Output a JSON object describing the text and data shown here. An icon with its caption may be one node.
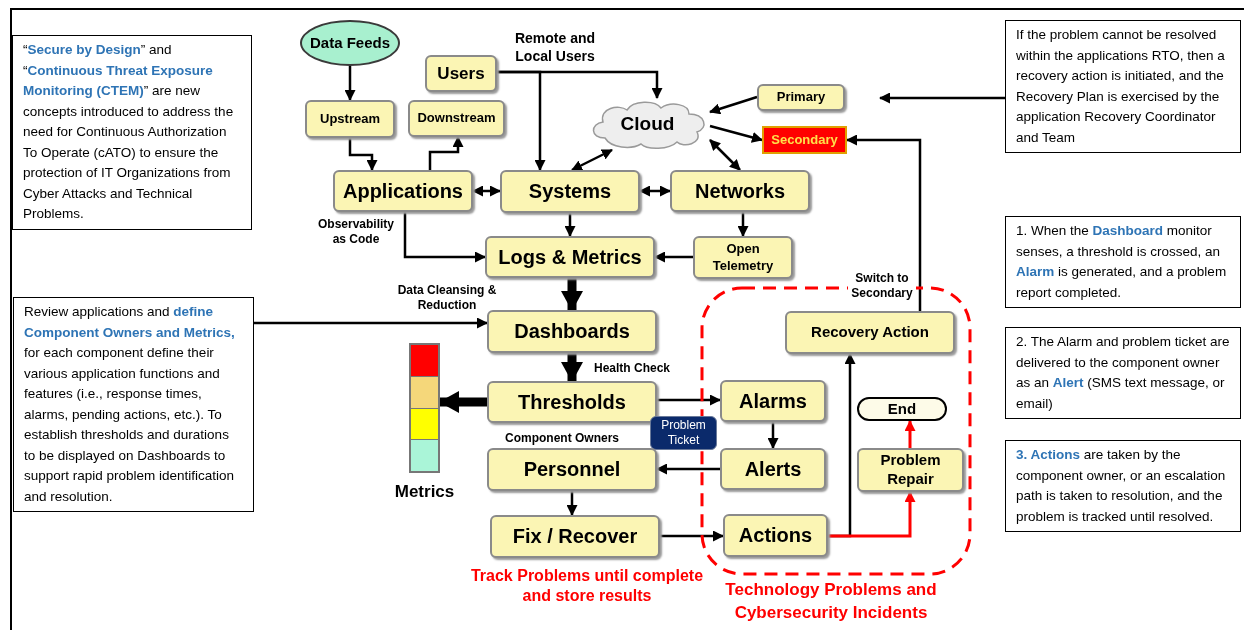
{
  "diagram": {
    "nodes": [
      {
        "text": [
          "Data Feeds"
        ]
      },
      {
        "text": [
          "Users"
        ]
      },
      {
        "text": [
          "Upstream"
        ]
      },
      {
        "text": [
          "Downstream"
        ]
      },
      {
        "text": [
          "Cloud"
        ]
      },
      {
        "text": [
          "Primary"
        ]
      },
      {
        "text": [
          "Secondary"
        ]
      },
      {
        "text": [
          "Applications"
        ]
      },
      {
        "text": [
          "Systems"
        ]
      },
      {
        "text": [
          "Networks"
        ]
      },
      {
        "text": [
          "Logs & Metrics"
        ]
      },
      {
        "text": [
          "Open Telemetry"
        ]
      },
      {
        "text": [
          "Dashboards"
        ]
      },
      {
        "text": [
          "Technology Problems and Cybersecurity Incidents"
        ]
      },
      {
        "text": [
          "Recovery Action"
        ],
        "in": 13
      },
      {
        "text": [],
        "shape": "bar",
        "beside": [
          "Metrics"
        ]
      },
      {
        "text": [
          "Thresholds"
        ]
      },
      {
        "text": [
          "Alarms"
        ],
        "in": 13
      },
      {
        "text": [
          "End"
        ],
        "in": 13
      },
      {
        "text": [
          "Problem Ticket"
        ]
      },
      {
        "text": [
          "Personnel"
        ]
      },
      {
        "text": [
          "Alerts"
        ],
        "in": 13
      },
      {
        "text": [
          "Problem Repair"
        ],
        "in": 13
      },
      {
        "text": [
          "Fix / Recover"
        ]
      },
      {
        "text": [
          "Actions"
        ],
        "in": 13
      },
      {
        "text": [
          "“**Secure by Design**” and “**Continuous Threat Exposure Monitoring (CTEM)**” are new concepts introduced to address the need for Continuous Authorization To Operate (cATO) to ensure the protection of IT Organizations from Cyber Attacks and Technical Problems."
        ]
      },
      {
        "text": [
          "Review applications and **define Component Owners and Metrics,** for each component define their various application functions and features (i.e., response times, alarms, pending actions, etc.). To establish thresholds and durations to be displayed on Dashboards to support rapid problem identification and resolution."
        ]
      },
      {
        "text": [
          "If the problem cannot be resolved within the applications RTO, then a recovery action is initiated, and the Recovery Plan is exercised by the application Recovery Coordinator and Team"
        ]
      },
      {
        "text": [
          "1. When the **Dashboard** monitor senses, a threshold is crossed, an **Alarm** is generated, and a problem report completed."
        ]
      },
      {
        "text": [
          "2. The Alarm and problem ticket are delivered to the component owner as an **Alert** (SMS text message, or email)"
        ]
      },
      {
        "text": [
          "**3. Actions** are taken by the component owner, or an escalation path is taken to resolution, and the problem is tracked until resolved."
        ]
      }
    ],
    "edges": [
      {
        "from": 0,
        "to": 2,
        "arrow": "to"
      },
      {
        "from": 1,
        "to": 8,
        "arrow": "to"
      },
      {
        "from": 1,
        "to": 4,
        "arrow": "to"
      },
      {
        "from": 2,
        "to": 7,
        "arrow": "to"
      },
      {
        "from": 7,
        "to": 3,
        "arrow": "to"
      },
      {
        "from": 4,
        "to": 8,
        "arrow": "both"
      },
      {
        "from": 4,
        "to": 9,
        "arrow": "both"
      },
      {
        "from": 5,
        "to": 4,
        "arrow": "to"
      },
      {
        "from": 4,
        "to": 6,
        "arrow": "to"
      },
      {
        "from": 7,
        "to": 8,
        "arrow": "both"
      },
      {
        "from": 8,
        "to": 9,
        "arrow": "both"
      },
      {
        "from": 8,
        "to": 10,
        "arrow": "to"
      },
      {
        "from": 7,
        "to": 10,
        "arrow": "to"
      },
      {
        "from": 11,
        "to": 10,
        "arrow": "to"
      },
      {
        "from": 9,
        "to": 11,
        "arrow": "to"
      },
      {
        "from": 10,
        "to": 12,
        "arrow": "to",
        "style": "thick"
      },
      {
        "from": 12,
        "to": 16,
        "arrow": "to",
        "style": "thick"
      },
      {
        "from": 16,
        "to": 15,
        "arrow": "to",
        "style": "thick"
      },
      {
        "from": 16,
        "to": 17,
        "arrow": "to"
      },
      {
        "from": 17,
        "to": 21,
        "arrow": "to"
      },
      {
        "from": 21,
        "to": 20,
        "arrow": "to"
      },
      {
        "from": 20,
        "to": 23,
        "arrow": "to"
      },
      {
        "from": 23,
        "to": 24,
        "arrow": "to"
      },
      {
        "from": 24,
        "to": 14,
        "arrow": "to"
      },
      {
        "from": 24,
        "to": 22,
        "arrow": "to",
        "color": "#ff0000"
      },
      {
        "from": 22,
        "to": 18,
        "arrow": "to",
        "color": "#ff0000"
      },
      {
        "from": 14,
        "to": 6,
        "arrow": "to",
        "label": "Switch to Secondary"
      },
      {
        "from": 26,
        "to": 12,
        "arrow": "to"
      },
      {
        "from": 27,
        "to": null,
        "arrow": "to"
      }
    ],
    "labels": [
      "Remote and Local Users",
      "Observability as Code",
      "Data Cleansing & Reduction",
      "Health Check",
      "Component Owners",
      "Track Problems until complete and store results"
    ]
  }
}
